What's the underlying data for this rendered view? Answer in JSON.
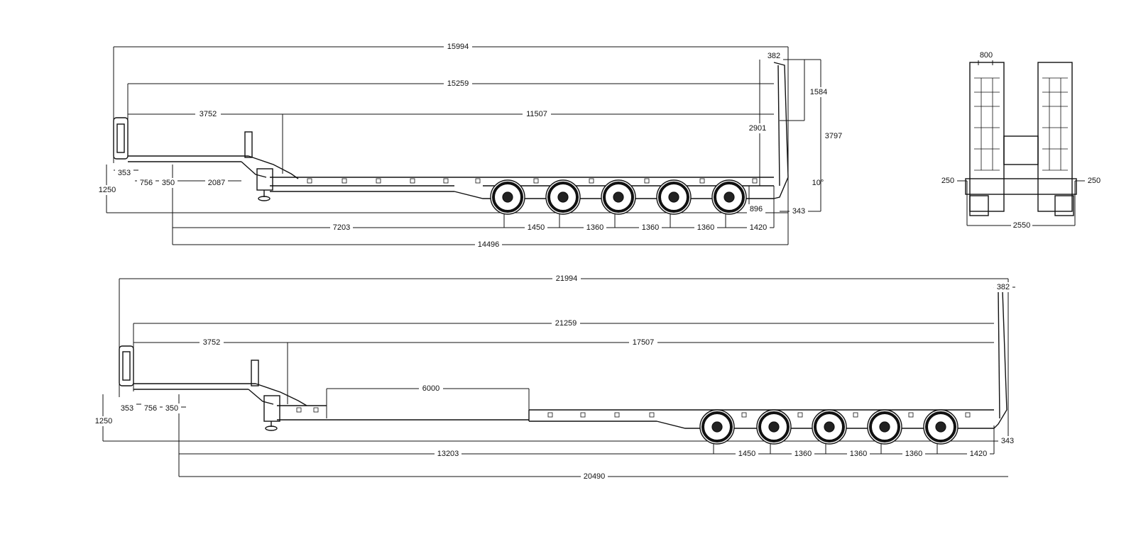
{
  "top_view": {
    "overall_length": "15994",
    "deck_length": "15259",
    "gooseneck_length": "3752",
    "lowbed_length": "11507",
    "kingpin_to_end": "14496",
    "kingpin_to_axle": "7203",
    "axle_spacings": [
      "1450",
      "1360",
      "1360",
      "1360",
      "1420"
    ],
    "ramp_offset": "382",
    "ramp_height": "1584",
    "ramp_height_total": "2901",
    "overall_height": "3797",
    "ramp_angle": "10°",
    "rear_clearance": "896",
    "rear_overhang": "343",
    "front_overhang": "353",
    "kingpin_offset": "756",
    "leg_offset": "350",
    "leg_to_neck": "2087",
    "fifth_wheel_height": "1250"
  },
  "end_view": {
    "ramp_width": "800",
    "side_left": "250",
    "side_right": "250",
    "overall_width": "2550"
  },
  "bottom_view": {
    "overall_length": "21994",
    "deck_length": "21259",
    "gooseneck_length": "3752",
    "lowbed_length": "17507",
    "extension_length": "6000",
    "ramp_offset": "382",
    "rear_overhang": "343",
    "front_overhang": "353",
    "kingpin_offset": "756",
    "leg_offset": "350",
    "fifth_wheel_height": "1250",
    "kingpin_to_axle": "13203",
    "kingpin_to_end": "20490",
    "axle_spacings": [
      "1450",
      "1360",
      "1360",
      "1360",
      "1420"
    ]
  }
}
